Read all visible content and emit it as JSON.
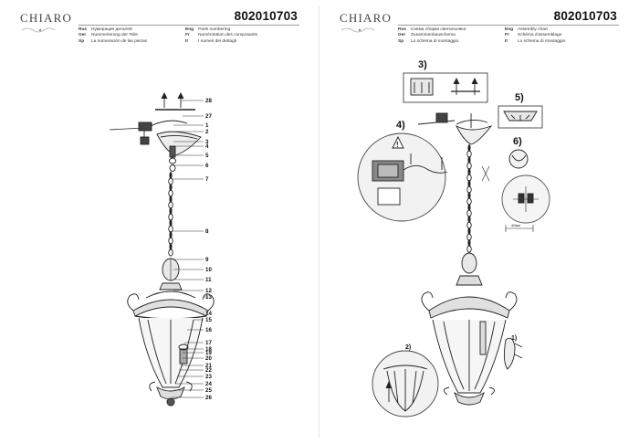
{
  "left_page": {
    "brand": "CHIARO",
    "model_code": "802010703",
    "legend": [
      {
        "lang1": "Rus",
        "text1": "Нумерация деталей",
        "lang2": "Eng",
        "text2": "Parts numbering"
      },
      {
        "lang1": "Ger",
        "text1": "Nummerierung der Teile",
        "lang2": "Fr",
        "text2": "Numérotation des composants"
      },
      {
        "lang1": "Sp",
        "text1": "La numeración de las piezas",
        "lang2": "It",
        "text2": "I numeri dei dettagli"
      }
    ],
    "part_numbers": [
      "28",
      "27",
      "1",
      "2",
      "3",
      "4",
      "5",
      "6",
      "7",
      "8",
      "9",
      "10",
      "11",
      "12",
      "13",
      "14",
      "15",
      "16",
      "17",
      "18",
      "19",
      "20",
      "21",
      "22",
      "23",
      "24",
      "25",
      "26"
    ]
  },
  "right_page": {
    "brand": "CHIARO",
    "model_code": "802010703",
    "legend": [
      {
        "lang1": "Rus",
        "text1": "Схема сборки светильника",
        "lang2": "Eng",
        "text2": "Assembly chart"
      },
      {
        "lang1": "Ger",
        "text1": "Zusammenbauschema",
        "lang2": "Fr",
        "text2": "Schéma d'assemblage"
      },
      {
        "lang1": "Sp",
        "text1": "Lo schema di montaggio",
        "lang2": "It",
        "text2": "Lo schema di montaggio"
      }
    ],
    "callouts": [
      "3)",
      "4)",
      "5)",
      "6)",
      "2)",
      "1)"
    ]
  },
  "colors": {
    "ink": "#222222",
    "rule": "#9a9a9a",
    "circle_fill": "#f2f2f2"
  }
}
